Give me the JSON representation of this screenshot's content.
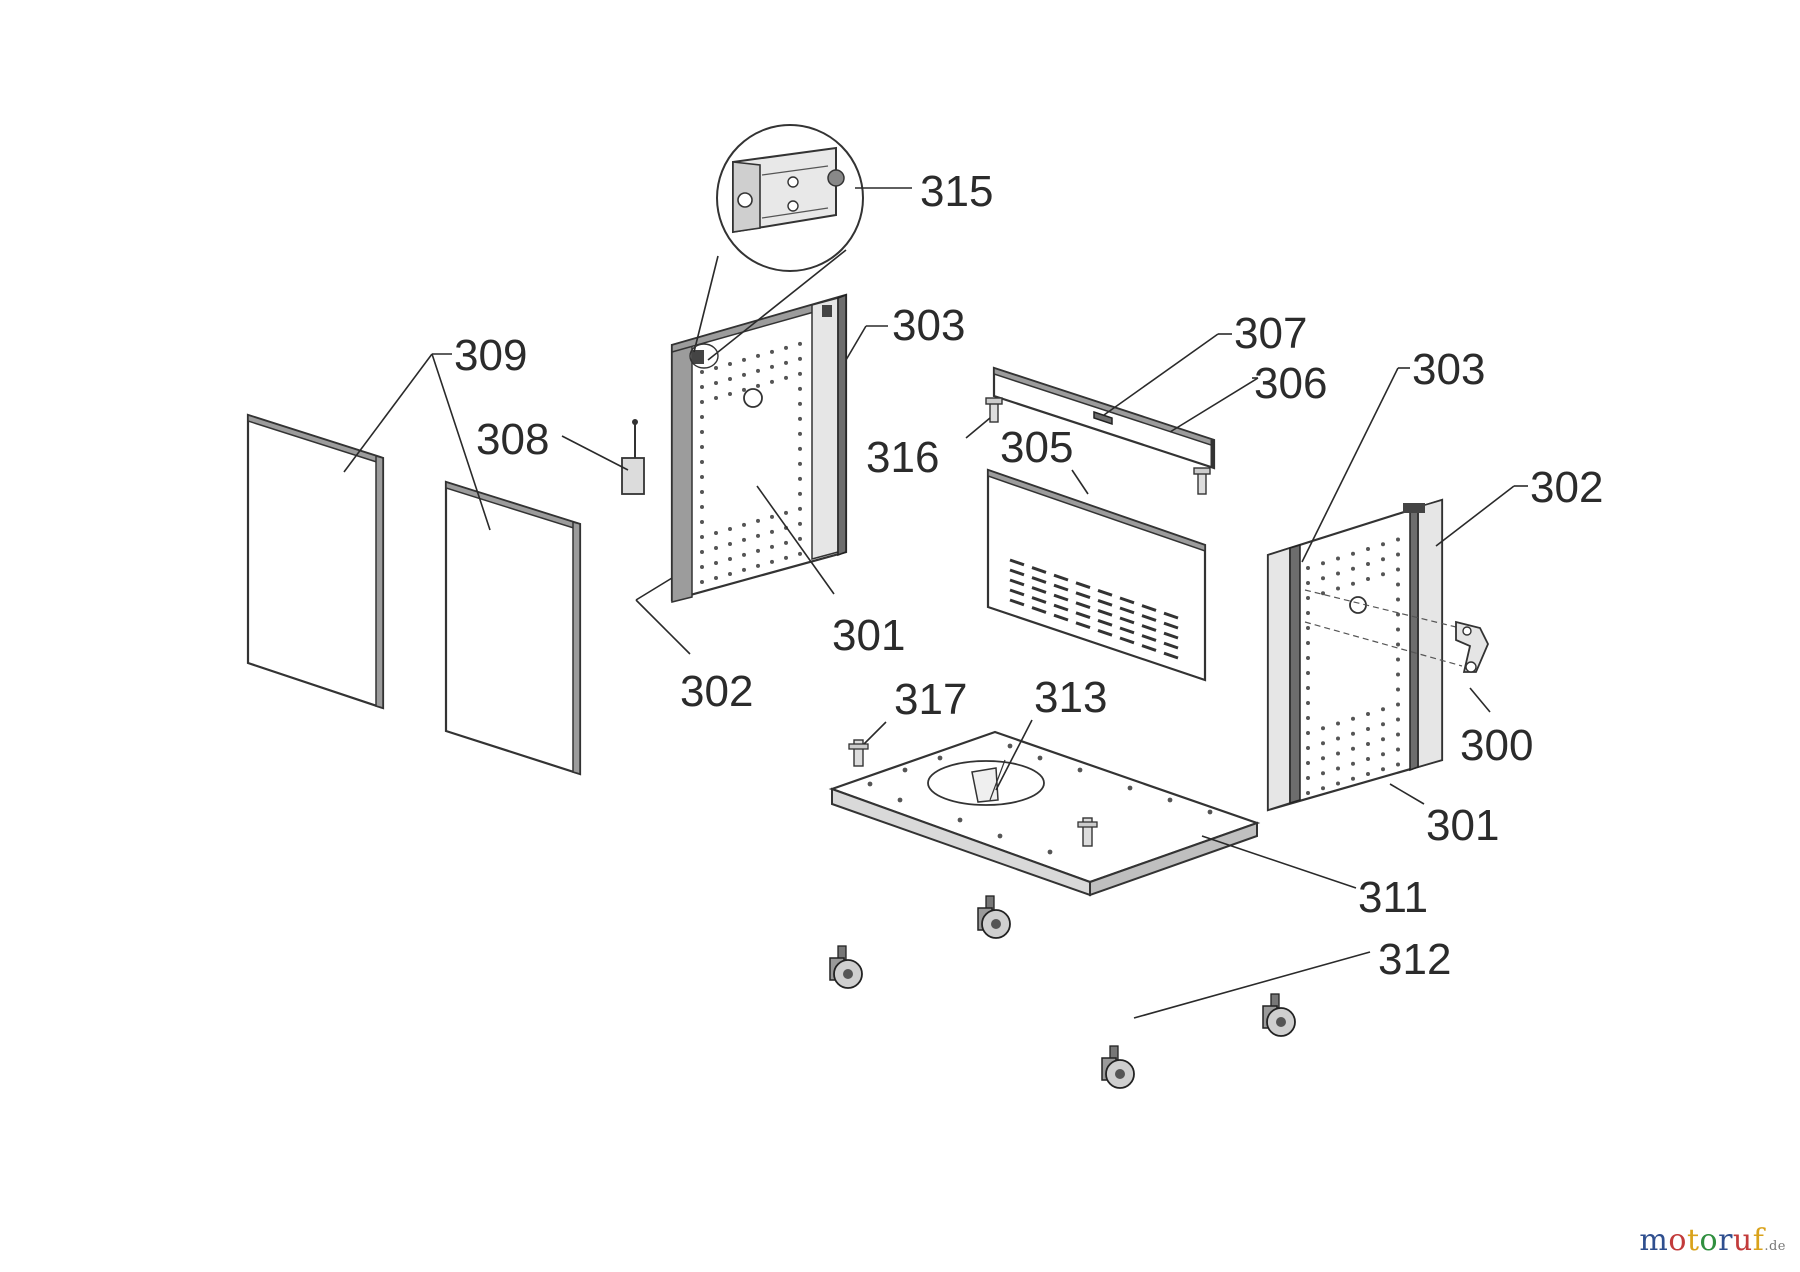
{
  "callouts": {
    "c315": "315",
    "c303a": "303",
    "c309": "309",
    "c308": "308",
    "c307": "307",
    "c306": "306",
    "c303b": "303",
    "c316": "316",
    "c305": "305",
    "c302a": "302",
    "c301a": "301",
    "c302b": "302",
    "c300": "300",
    "c317": "317",
    "c313": "313",
    "c301b": "301",
    "c311": "311",
    "c312": "312"
  },
  "watermark": {
    "letters": [
      "m",
      "o",
      "t",
      "o",
      "r",
      "u",
      "f"
    ],
    "tld": ".de",
    "colors": [
      "#2f4f8f",
      "#c23b3b",
      "#d9a21b",
      "#2f8f3f",
      "#2f4f8f",
      "#c23b3b",
      "#d9a21b"
    ]
  }
}
